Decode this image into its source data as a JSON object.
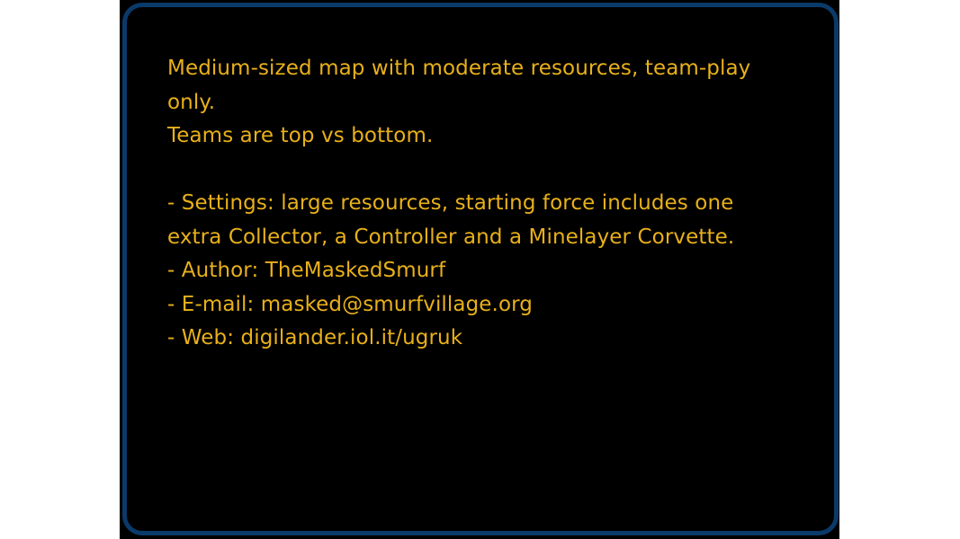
{
  "panel": {
    "border_color": "#0a3a6a",
    "background": "#000000",
    "text_color": "#e8b01a"
  },
  "description": {
    "lines": [
      "Medium-sized map with moderate resources, team-play",
      "only.",
      "Teams are top vs bottom.",
      "",
      "- Settings: large resources, starting force includes one",
      "extra Collector, a Controller and a Minelayer Corvette.",
      "- Author: TheMaskedSmurf",
      "- E-mail: masked@smurfvillage.org",
      "- Web: digilander.iol.it/ugruk"
    ]
  }
}
